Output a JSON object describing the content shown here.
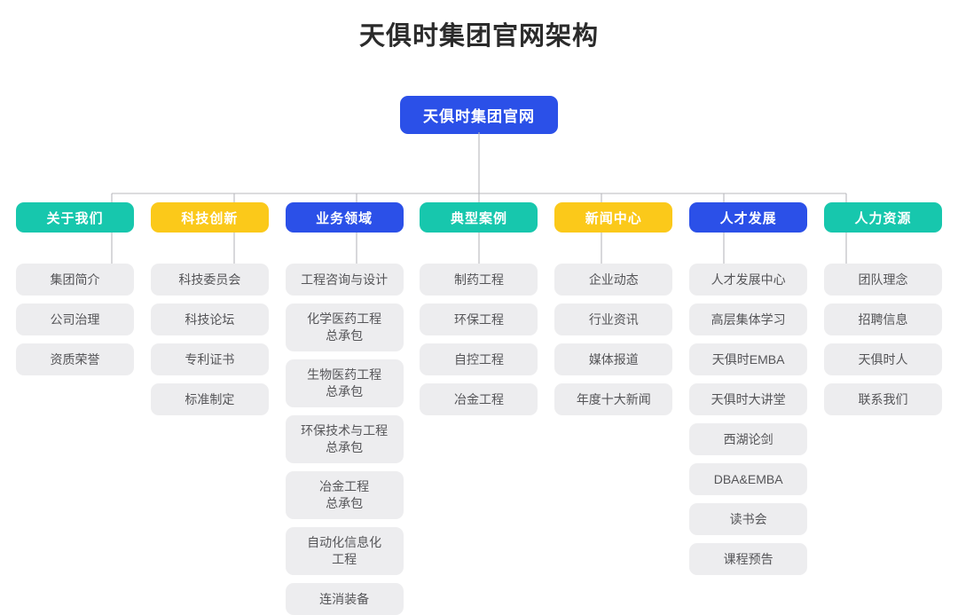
{
  "page": {
    "title": "天俱时集团官网架构",
    "background_color": "#ffffff"
  },
  "colors": {
    "teal": "#17c7ad",
    "yellow": "#fbc91a",
    "blue": "#2b50e8",
    "item_background": "#ededef",
    "item_text": "#555558",
    "connector_line": "#b9b9bd"
  },
  "root": {
    "label": "天俱时集团官网",
    "color": "#2b50e8"
  },
  "columns": [
    {
      "header": "关于我们",
      "color": "teal",
      "items": [
        "集团简介",
        "公司治理",
        "资质荣誉"
      ]
    },
    {
      "header": "科技创新",
      "color": "yellow",
      "items": [
        "科技委员会",
        "科技论坛",
        "专利证书",
        "标准制定"
      ]
    },
    {
      "header": "业务领域",
      "color": "blue",
      "items": [
        "工程咨询与设计",
        "化学医药工程\n总承包",
        "生物医药工程\n总承包",
        "环保技术与工程\n总承包",
        "冶金工程\n总承包",
        "自动化信息化\n工程",
        "连消装备"
      ]
    },
    {
      "header": "典型案例",
      "color": "teal",
      "items": [
        "制药工程",
        "环保工程",
        "自控工程",
        "冶金工程"
      ]
    },
    {
      "header": "新闻中心",
      "color": "yellow",
      "items": [
        "企业动态",
        "行业资讯",
        "媒体报道",
        "年度十大新闻"
      ]
    },
    {
      "header": "人才发展",
      "color": "blue",
      "items": [
        "人才发展中心",
        "高层集体学习",
        "天俱时EMBA",
        "天俱时大讲堂",
        "西湖论剑",
        "DBA&EMBA",
        "读书会",
        "课程预告"
      ]
    },
    {
      "header": "人力资源",
      "color": "teal",
      "items": [
        "团队理念",
        "招聘信息",
        "天俱时人",
        "联系我们"
      ]
    }
  ]
}
